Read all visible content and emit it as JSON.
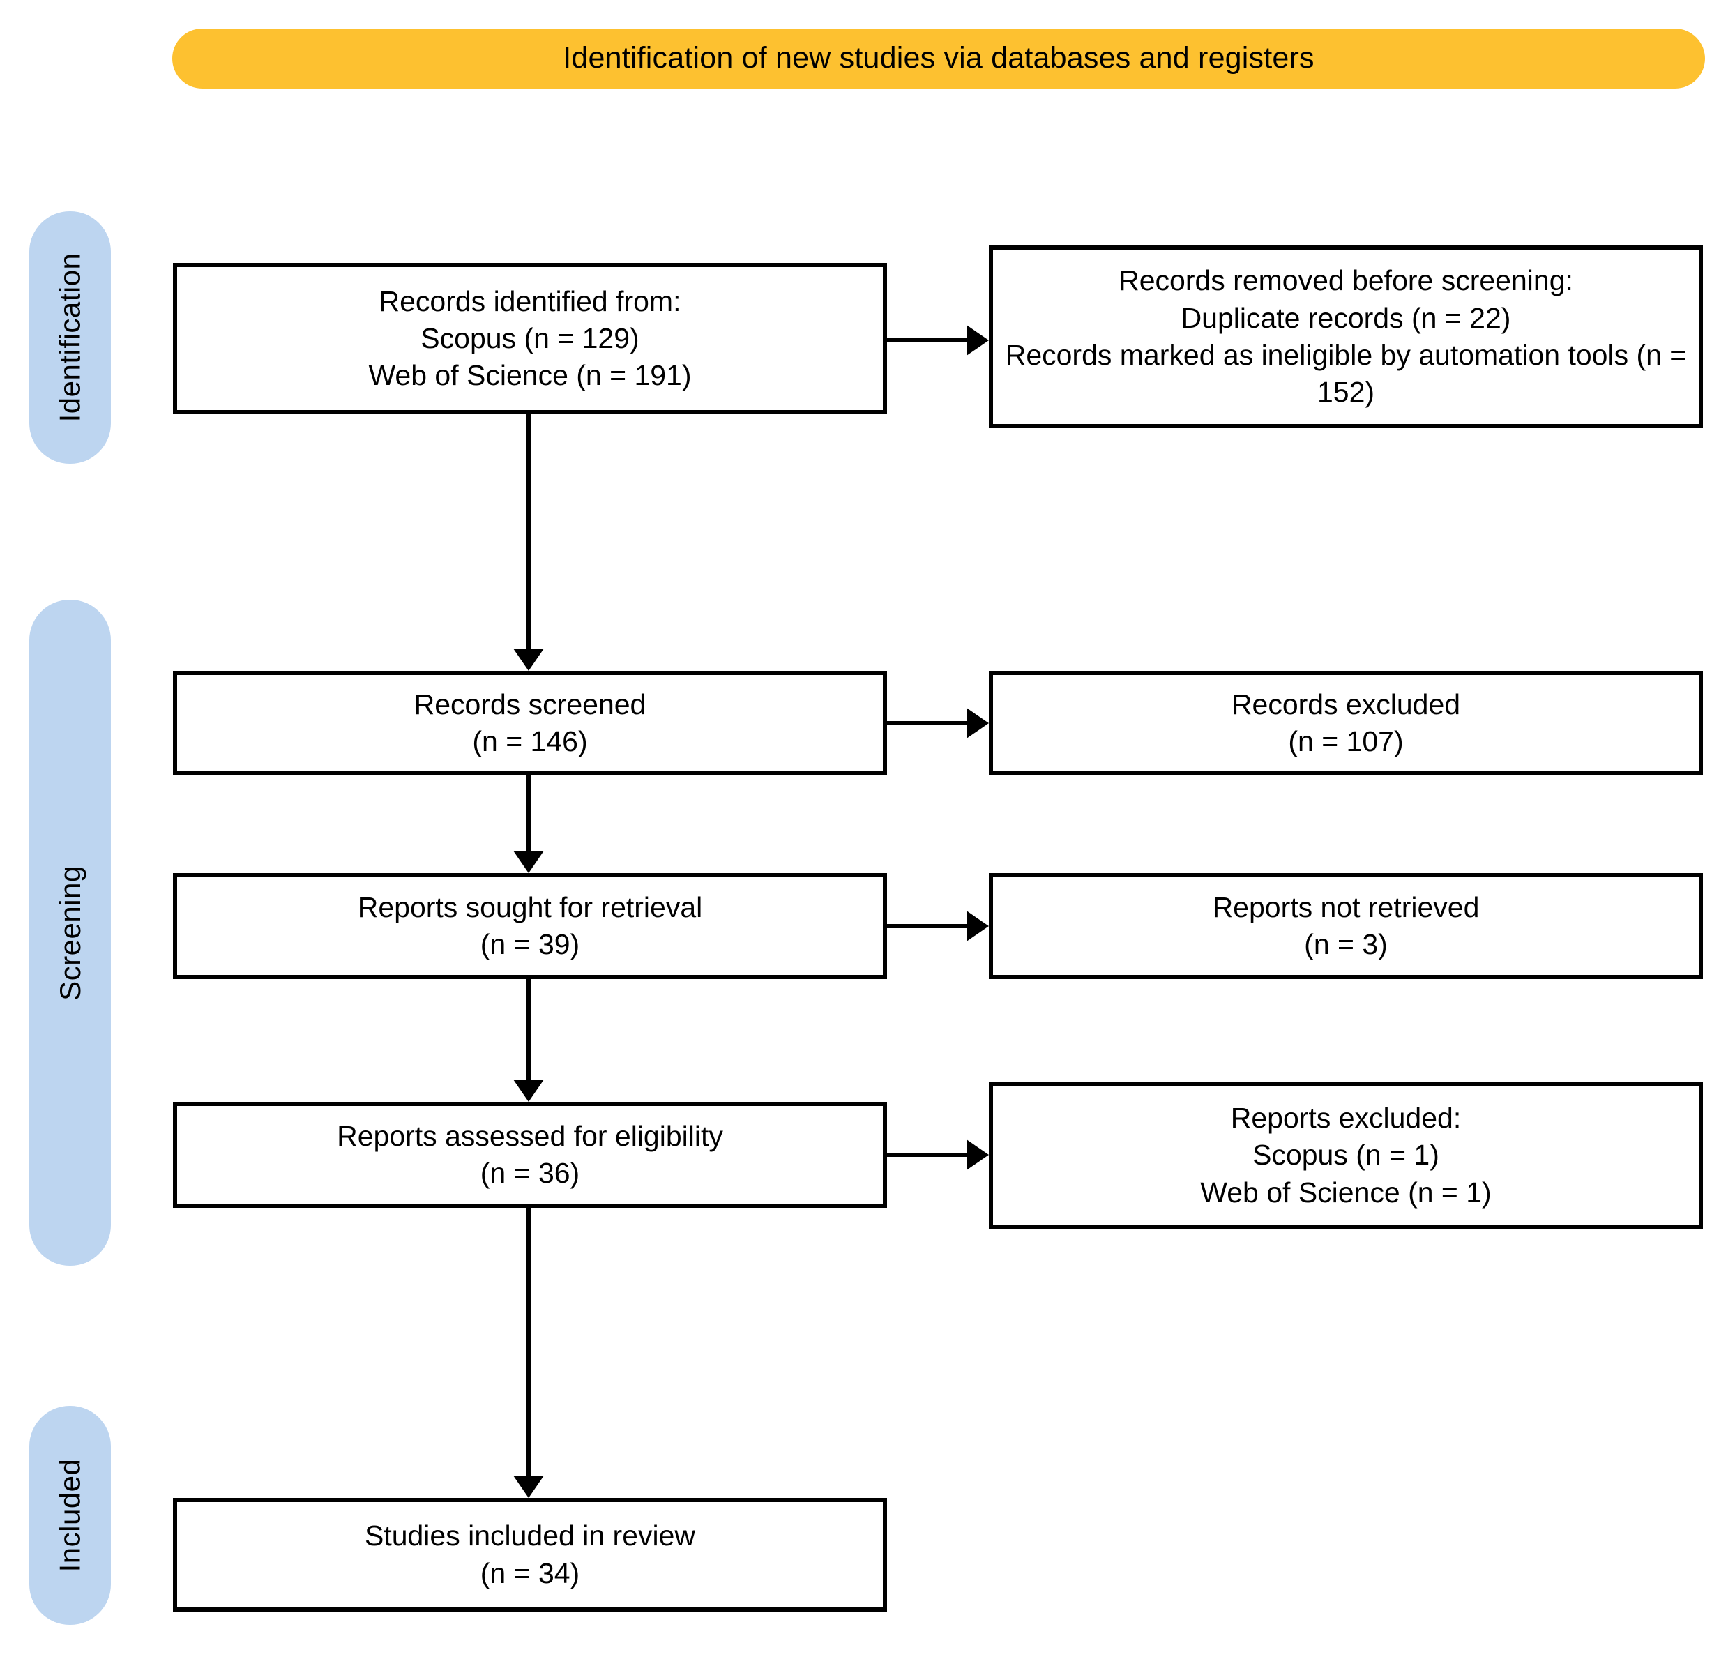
{
  "header": {
    "title": "Identification of new studies via databases and registers",
    "background_color": "#FDC130"
  },
  "stages": {
    "background_color": "#BDD5F0",
    "identification": "Identification",
    "screening": "Screening",
    "included": "Included"
  },
  "boxes": {
    "identified": {
      "line1": "Records identified from:",
      "line2": "Scopus (n = 129)",
      "line3": "Web of Science (n = 191)"
    },
    "removed": {
      "line1": "Records removed before screening:",
      "line2": "Duplicate records (n = 22)",
      "line3": "Records marked as ineligible by automation tools (n = 152)"
    },
    "screened": {
      "line1": "Records screened",
      "line2": "(n = 146)"
    },
    "excluded": {
      "line1": "Records excluded",
      "line2": "(n = 107)"
    },
    "sought": {
      "line1": "Reports sought for retrieval",
      "line2": "(n = 39)"
    },
    "not_retrieved": {
      "line1": "Reports not retrieved",
      "line2": "(n = 3)"
    },
    "assessed": {
      "line1": "Reports assessed for eligibility",
      "line2": "(n = 36)"
    },
    "reports_excluded": {
      "line1": "Reports excluded:",
      "line2": "Scopus (n = 1)",
      "line3": "Web of Science (n = 1)"
    },
    "included": {
      "line1": "Studies included in review",
      "line2": "(n = 34)"
    }
  },
  "chart_data": {
    "type": "diagram",
    "title": "Identification of new studies via databases and registers",
    "nodes": [
      {
        "id": "identified",
        "stage": "Identification",
        "column": "left",
        "label": "Records identified from:",
        "counts": {
          "Scopus": 129,
          "Web of Science": 191
        }
      },
      {
        "id": "removed",
        "stage": "Identification",
        "column": "right",
        "label": "Records removed before screening:",
        "counts": {
          "Duplicate records": 22,
          "Records marked as ineligible by automation tools": 152
        }
      },
      {
        "id": "screened",
        "stage": "Screening",
        "column": "left",
        "label": "Records screened",
        "n": 146
      },
      {
        "id": "excluded",
        "stage": "Screening",
        "column": "right",
        "label": "Records excluded",
        "n": 107
      },
      {
        "id": "sought",
        "stage": "Screening",
        "column": "left",
        "label": "Reports sought for retrieval",
        "n": 39
      },
      {
        "id": "not_retrieved",
        "stage": "Screening",
        "column": "right",
        "label": "Reports not retrieved",
        "n": 3
      },
      {
        "id": "assessed",
        "stage": "Screening",
        "column": "left",
        "label": "Reports assessed for eligibility",
        "n": 36
      },
      {
        "id": "reports_excluded",
        "stage": "Screening",
        "column": "right",
        "label": "Reports excluded:",
        "counts": {
          "Scopus": 1,
          "Web of Science": 1
        }
      },
      {
        "id": "included",
        "stage": "Included",
        "column": "left",
        "label": "Studies included in review",
        "n": 34
      }
    ],
    "edges": [
      {
        "from": "identified",
        "to": "removed",
        "direction": "right"
      },
      {
        "from": "identified",
        "to": "screened",
        "direction": "down"
      },
      {
        "from": "screened",
        "to": "excluded",
        "direction": "right"
      },
      {
        "from": "screened",
        "to": "sought",
        "direction": "down"
      },
      {
        "from": "sought",
        "to": "not_retrieved",
        "direction": "right"
      },
      {
        "from": "sought",
        "to": "assessed",
        "direction": "down"
      },
      {
        "from": "assessed",
        "to": "reports_excluded",
        "direction": "right"
      },
      {
        "from": "assessed",
        "to": "included",
        "direction": "down"
      }
    ]
  }
}
